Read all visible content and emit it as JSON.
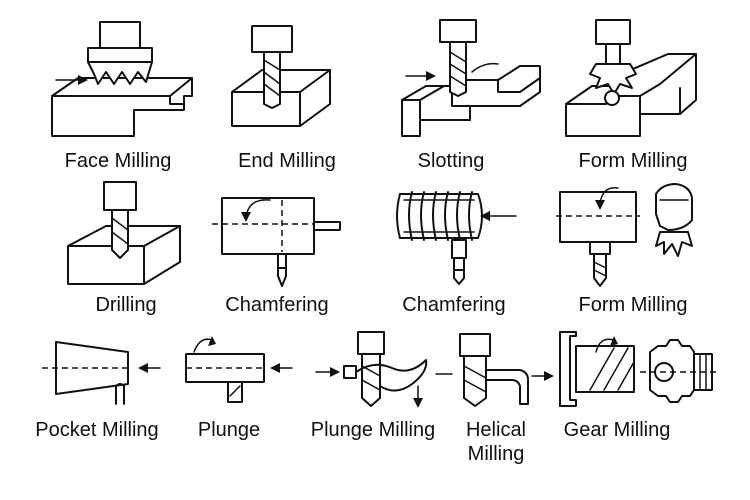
{
  "labels": {
    "face_milling": "Face Milling",
    "end_milling": "End Milling",
    "slotting": "Slotting",
    "form_milling_1": "Form Milling",
    "drilling": "Drilling",
    "chamfering_1": "Chamfering",
    "chamfering_2": "Chamfering",
    "form_milling_2": "Form Milling",
    "pocket_milling": "Pocket Milling",
    "plunge": "Plunge",
    "plunge_milling": "Plunge Milling",
    "helical_milling_line1": "Helical",
    "helical_milling_line2": "Milling",
    "gear_milling": "Gear Milling"
  },
  "colors": {
    "stroke": "#111111",
    "background": "#ffffff"
  }
}
